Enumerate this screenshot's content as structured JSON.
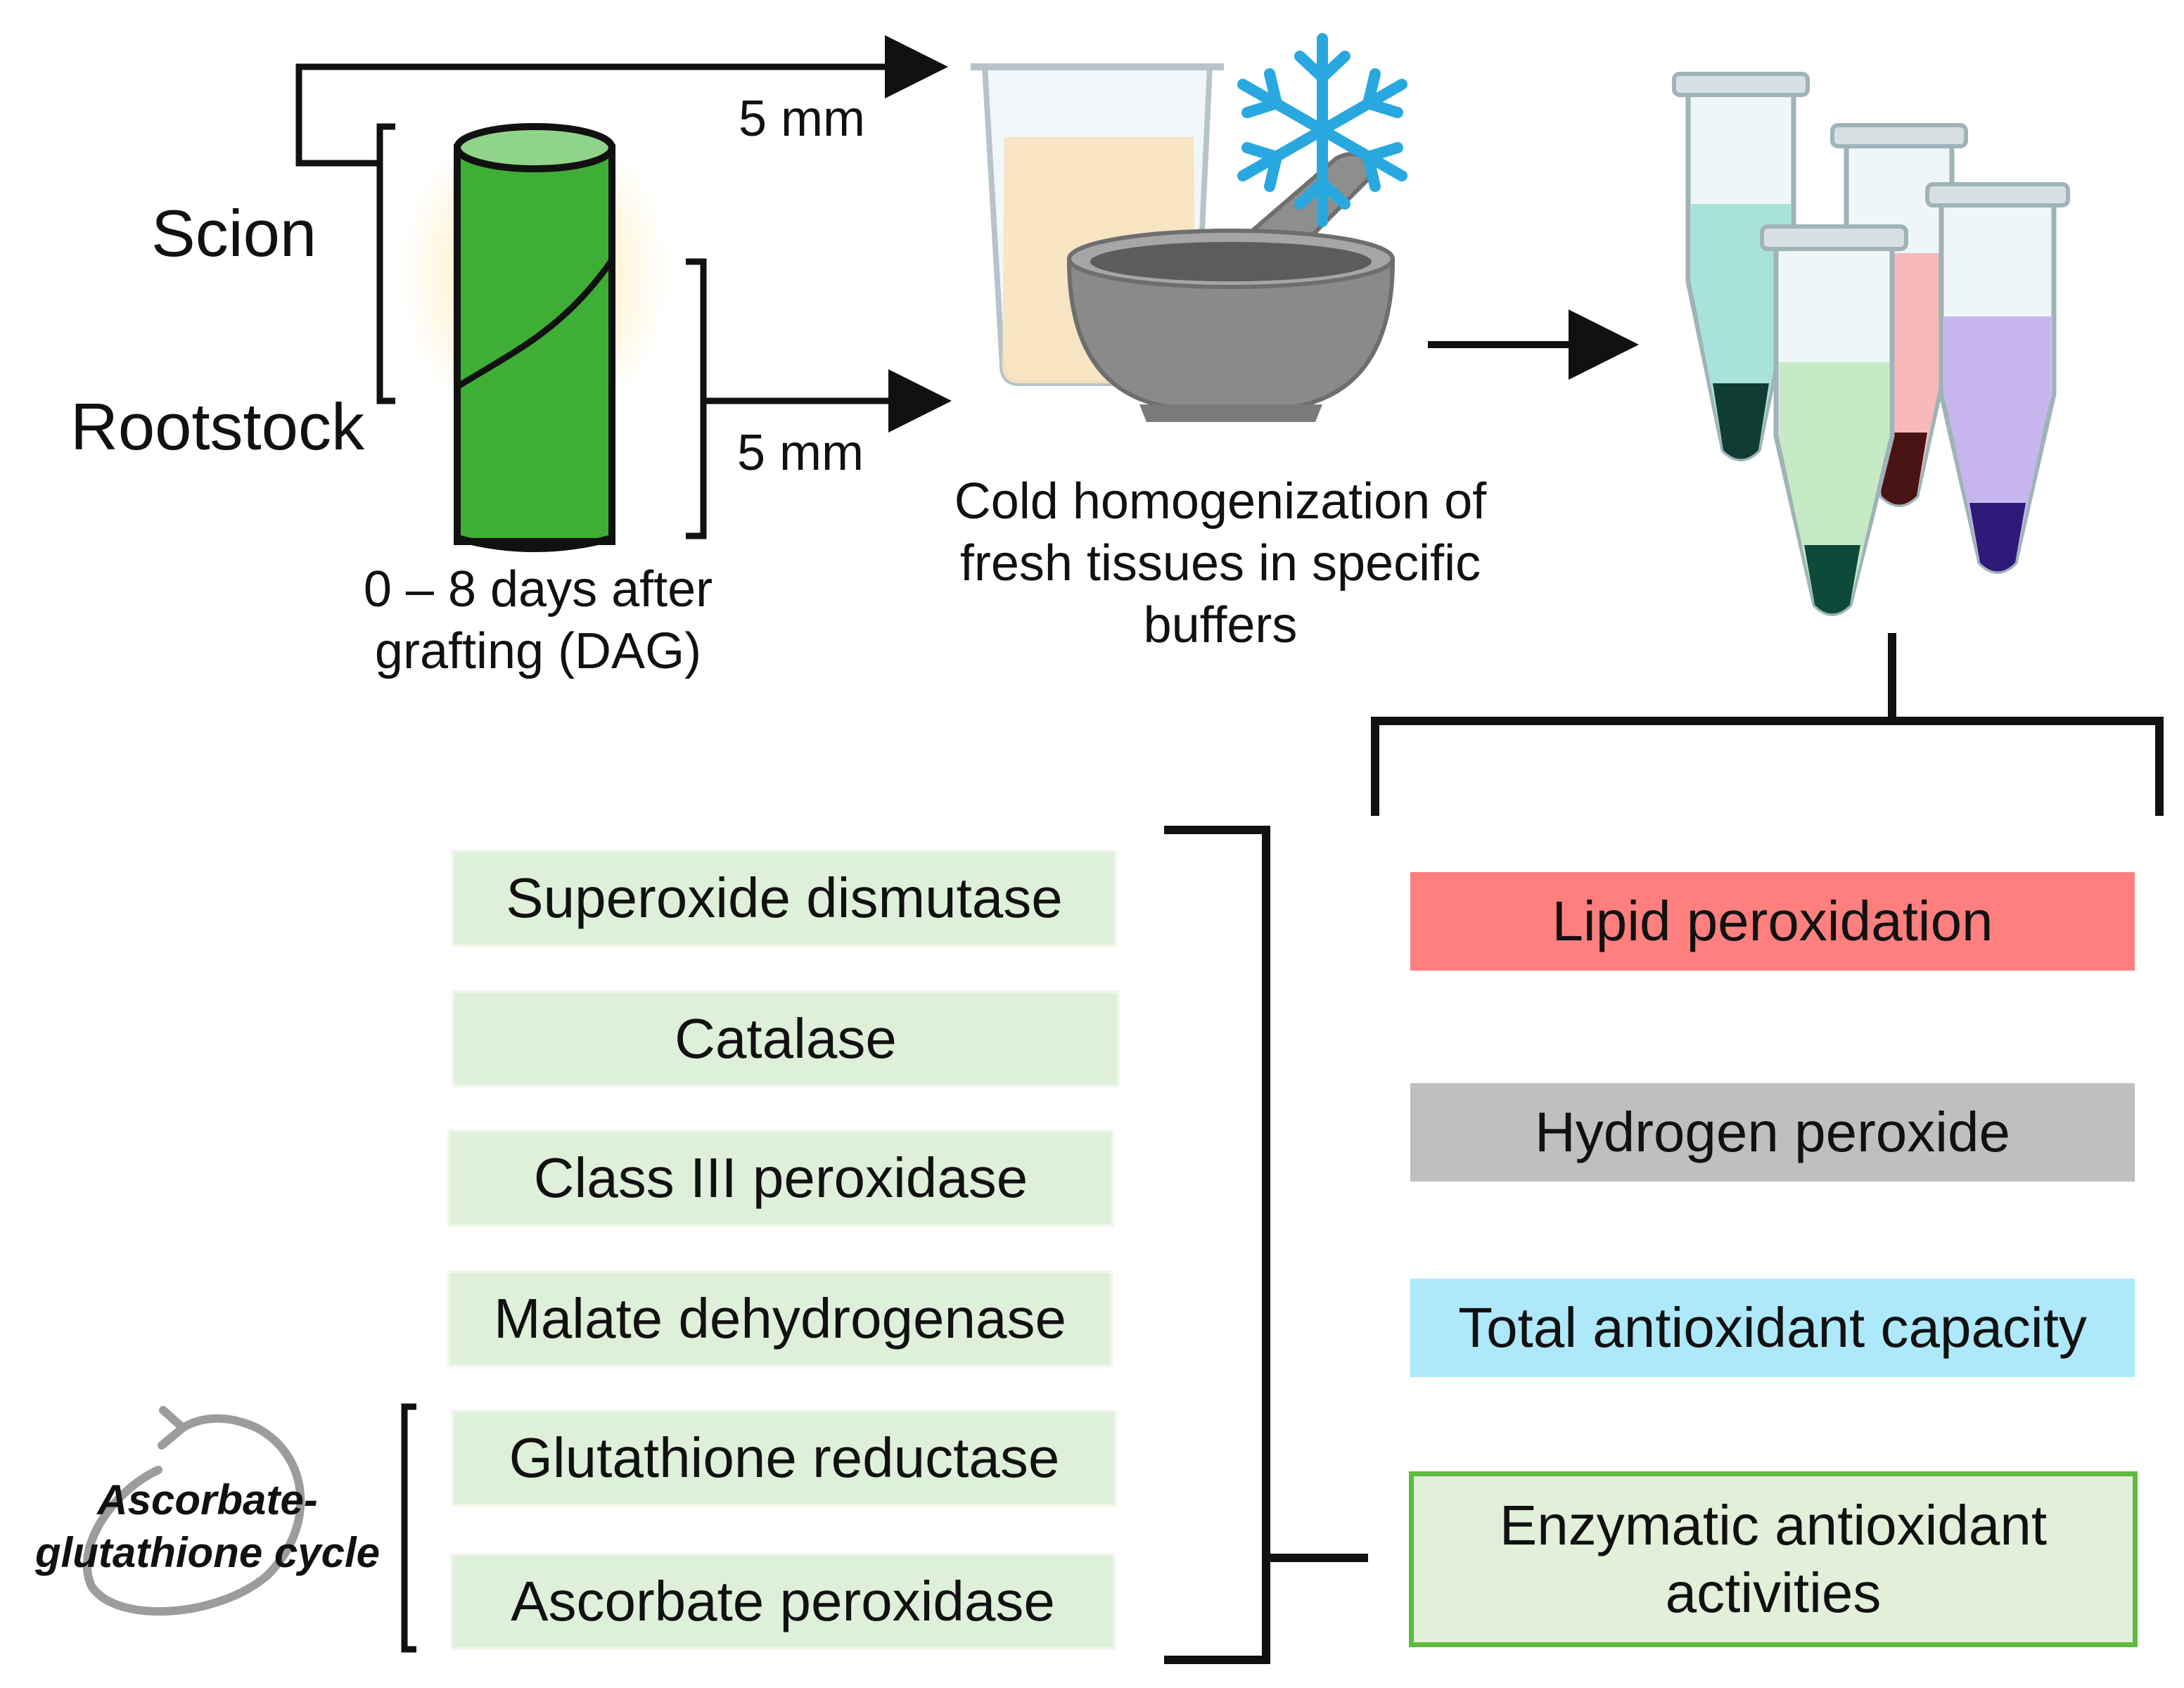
{
  "graft": {
    "scion_label": "Scion",
    "rootstock_label": "Rootstock",
    "scion_length": "5 mm",
    "rootstock_length": "5 mm",
    "time_label": "0 – 8 days after grafting (DAG)"
  },
  "homogenization": {
    "caption": "Cold homogenization of fresh tissues in specific buffers"
  },
  "assays": {
    "lipid": "Lipid peroxidation",
    "hydrogen": "Hydrogen peroxide",
    "total_antioxidant": "Total antioxidant capacity",
    "enzymatic": "Enzymatic antioxidant activities"
  },
  "enzymes": [
    "Superoxide dismutase",
    "Catalase",
    "Class III peroxidase",
    "Malate dehydrogenase",
    "Glutathione reductase",
    "Ascorbate peroxidase"
  ],
  "cycle_label": "Ascorbate-glutathione cycle",
  "colors": {
    "cylinder_green": "#3fae36",
    "cylinder_top": "#8fd48a",
    "enzyme_box": "#dff0da",
    "lipid": "#ff7f7f",
    "hydrogen": "#bfbfbf",
    "total_antioxidant": "#aee8fb",
    "enzymatic_fill": "#e2efd9",
    "enzymatic_border": "#5dbb3e",
    "snowflake": "#29a8e0"
  }
}
